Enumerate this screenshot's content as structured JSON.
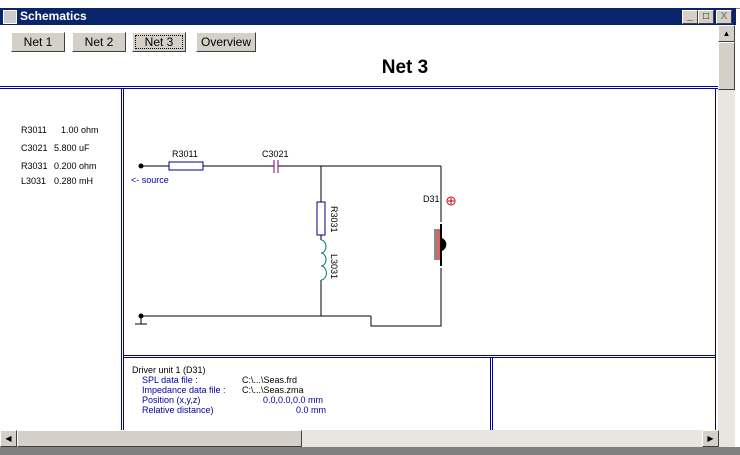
{
  "window": {
    "title": "Schematics"
  },
  "toolbar": {
    "buttons": [
      "Net 1",
      "Net 2",
      "Net 3",
      "Overview"
    ],
    "active": "Net 3"
  },
  "net_title": "Net 3",
  "components": [
    {
      "name": "R3011",
      "value": "1.00 ohm"
    },
    {
      "name": "C3021",
      "value": "5.800 uF"
    },
    {
      "name": "R3031",
      "value": "0.200 ohm"
    },
    {
      "name": "L3031",
      "value": "0.280 mH"
    }
  ],
  "schematic": {
    "r1": "R3011",
    "c1": "C3021",
    "r2": "R3031",
    "l1": "L3031",
    "driver": "D31",
    "source": "<- source"
  },
  "driver_info": {
    "header": "Driver unit 1 (D31)",
    "rows": [
      {
        "label": "SPL data file :",
        "value": "C:\\...\\Seas.frd"
      },
      {
        "label": "Impedance data file :",
        "value": "C:\\...\\Seas.zma"
      },
      {
        "label": "Position (x,y,z)",
        "value": "0.0,0.0,0.0 mm"
      },
      {
        "label": "Relative distance)",
        "value": "0.0 mm"
      }
    ]
  },
  "colors": {
    "titlebar": "#0a246a",
    "panel_border": "#0000a0"
  }
}
